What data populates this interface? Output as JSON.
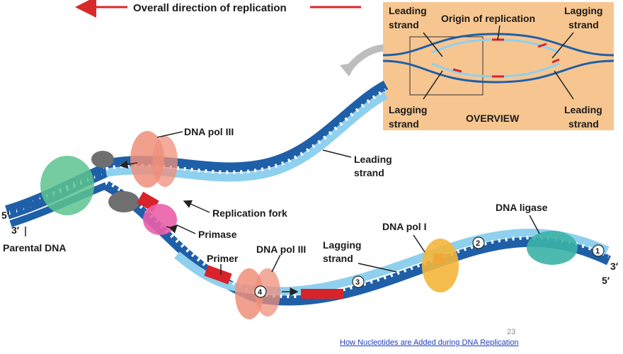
{
  "title_arrow": "Overall direction of replication",
  "overview": {
    "leading_strand_left": [
      "Leading",
      "strand"
    ],
    "origin": "Origin of replication",
    "lagging_strand_right": [
      "Lagging",
      "strand"
    ],
    "lagging_strand_left": [
      "Lagging",
      "strand"
    ],
    "caption": "OVERVIEW",
    "leading_strand_right": [
      "Leading",
      "strand"
    ]
  },
  "labels": {
    "dna_pol_iii_top": "DNA pol III",
    "leading_strand": [
      "Leading",
      "strand"
    ],
    "replication_fork": "Replication fork",
    "primase": "Primase",
    "dna_ligase": "DNA ligase",
    "dna_pol_i": "DNA pol I",
    "lagging_strand": [
      "Lagging",
      "strand"
    ],
    "primer": "Primer",
    "dna_pol_iii_bottom": "DNA pol III",
    "parental_dna": "Parental DNA",
    "five_prime_left": "5′",
    "three_prime_left": "3′",
    "three_prime_right": "3′",
    "five_prime_right": "5′"
  },
  "steps": [
    "1",
    "2",
    "3",
    "4"
  ],
  "slide_number": "23",
  "link_text": "How Nucleotides are Added during DNA Replication",
  "colors": {
    "strand_dark": "#1f5fa8",
    "strand_light": "#8fd0ef",
    "primer": "#d8232a",
    "dna_pol_iii": "#ef8f7a",
    "primase": "#ea5fa8",
    "helicase": "#5cc38f",
    "ligase": "#3bb2a6",
    "pol_i": "#f4b63a",
    "overview_bg": "#f7c690",
    "arrow": "#d82a2a"
  }
}
